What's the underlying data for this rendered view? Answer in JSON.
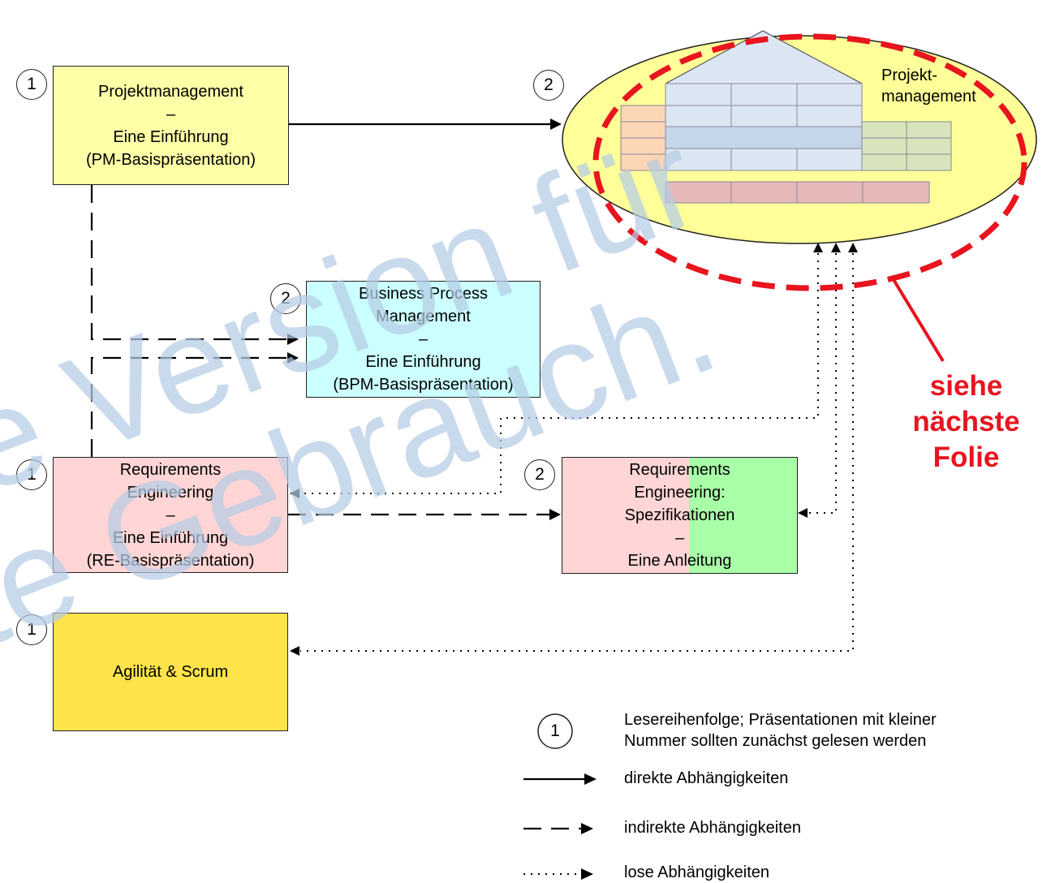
{
  "boxes": {
    "pm": {
      "badge": "1",
      "lines": [
        "Projektmanagement",
        "–",
        "Eine Einführung",
        "(PM-Basispräsentation)"
      ]
    },
    "bpm": {
      "badge": "2",
      "lines": [
        "Business Process",
        "Management",
        "–",
        "Eine Einführung",
        "(BPM-Basispräsentation)"
      ]
    },
    "re": {
      "badge": "1",
      "lines": [
        "Requirements",
        "Engineering",
        "–",
        "Eine Einführung",
        "(RE-Basispräsentation)"
      ]
    },
    "spec": {
      "badge": "2",
      "lines": [
        "Requirements",
        "Engineering:",
        "Spezifikationen",
        "–",
        "Eine Anleitung"
      ]
    },
    "agile": {
      "badge": "1",
      "lines": [
        "Agilität & Scrum"
      ]
    }
  },
  "house": {
    "badge": "2",
    "lines": [
      "Projekt-",
      "management"
    ]
  },
  "callout": {
    "lines": [
      "siehe",
      "nächste",
      "Folie"
    ]
  },
  "legend": {
    "badge": "1",
    "order_lines": [
      "Lesereihenfolge; Präsentationen mit kleiner",
      "Nummer sollten zunächst gelesen werden"
    ],
    "direct": "direkte Abhängigkeiten",
    "indirect": "indirekte Abhängigkeiten",
    "loose": "lose Abhängigkeiten"
  },
  "watermark": {
    "line1": "e Version für",
    "line2": "te Gebrauch."
  },
  "colors": {
    "pm_fill": "#ffffa8",
    "bpm_fill": "#ccffff",
    "re_fill": "#ffd5d5",
    "spec_fill_right": "#a8ffa8",
    "agile_fill": "#ffe34a",
    "ellipse_fill": "#ffff99",
    "callout_red": "#e8141e",
    "watermark_blue": "#b4cce4"
  }
}
